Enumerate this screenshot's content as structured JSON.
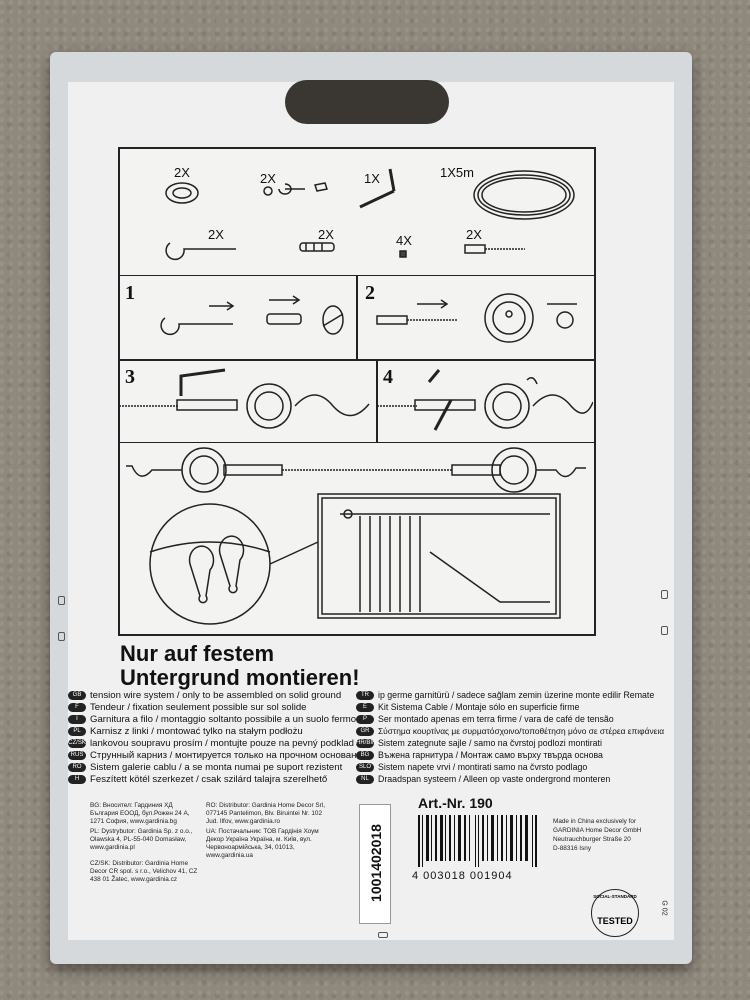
{
  "kit": {
    "items": [
      {
        "qty": "2X",
        "name": "ring"
      },
      {
        "qty": "2X",
        "name": "screw-eye"
      },
      {
        "qty": "1X",
        "name": "hex-key"
      },
      {
        "qty": "1X5m",
        "name": "wire-coil"
      },
      {
        "qty": "2X",
        "name": "hook"
      },
      {
        "qty": "2X",
        "name": "wall-plug"
      },
      {
        "qty": "4X",
        "name": "set-screw"
      },
      {
        "qty": "2X",
        "name": "tensioner"
      }
    ]
  },
  "steps": [
    "1",
    "2",
    "3",
    "4"
  ],
  "headline": {
    "line1": "Nur auf festem",
    "line2": "Untergrund montieren!"
  },
  "languages_left": [
    {
      "code": "GB",
      "text": "tension wire system / only to be assembled on solid ground"
    },
    {
      "code": "F",
      "text": "Tendeur / fixation seulement possible sur sol solide"
    },
    {
      "code": "I",
      "text": "Garnitura a filo / montaggio soltanto possibile a un suolo fermo"
    },
    {
      "code": "PL",
      "text": "Karnisz z linki / montować tylko na stałym podłożu"
    },
    {
      "code": "CZ/SK",
      "text": "lankovou soupravu prosím / montujte pouze na pevný podklad"
    },
    {
      "code": "RUS",
      "text": "Струнный карниз / монтируется только на прочном основании"
    },
    {
      "code": "RO",
      "text": "Sistem galerie cablu / a se monta numai pe suport rezistent"
    },
    {
      "code": "H",
      "text": "Feszített kötél szerkezet / csak szilárd talajra szerelhető"
    }
  ],
  "languages_right": [
    {
      "code": "TR",
      "text": "ip germe garnitürü / sadece sağlam zemin üzerine monte edilir Remate"
    },
    {
      "code": "E",
      "text": "Kit Sistema Cable / Montaje sólo en superficie firme"
    },
    {
      "code": "P",
      "text": "Ser montado apenas em terra firme / vara de café de tensão"
    },
    {
      "code": "GR",
      "text": "Σύστημα κουρτίνας με συρματόσχοινο/τοποθέτηση μόνο σε στέρεα επιφάνεια"
    },
    {
      "code": "HR/BIH",
      "text": "Sistem zategnute sajle / samo na čvrstoj podlozi montirati"
    },
    {
      "code": "BG",
      "text": "Въжена гарнитура / Монтаж само върху твърда основа"
    },
    {
      "code": "SLO",
      "text": "Sistem napete vrvi / montirati samo na čvrsto podlago"
    },
    {
      "code": "NL",
      "text": "Draadspan systeem / Alleen op vaste ondergrond monteren"
    }
  ],
  "distributors": {
    "bg": "BG: Вносител: Гардиния ХД България ЕООД, бул.Рожен 24 А, 1271 София, www.gardinia.bg",
    "pl": "PL: Dystrybutor: Gardinia Sp. z o.o., Olawska 4, PL-55-040 Domasław, www.gardinia.pl",
    "cz": "CZ/SK: Distributor: Gardinia Home Decor CR spol. s r.o., Velichov 41, CZ 438 01 Žatec, www.gardinia.cz",
    "ro": "RO: Distributor: Gardinia Home Decor Srl, 077145 Pantelimon, Blv. Biruintei Nr. 102 Jud. Ilfov, www.gardinia.ro",
    "ua": "UA: Постачальник: ТОВ Гардінія Хоум Декор Україна Україна, м. Київ, вул. Червоноармійська, 34, 01013, www.gardinia.ua"
  },
  "article": "Art.-Nr. 190",
  "barcode_number": "4 003018 001904",
  "sticker_code": "1001402018",
  "manufacturer": {
    "line1": "Made in China exclusively for",
    "line2": "GARDINIA Home Decor GmbH",
    "line3": "Neutrauchburger Straße 20",
    "line4": "D-88316 Isny"
  },
  "badge": {
    "top": "SOCIAL-STANDARD",
    "bottom": "TESTED"
  },
  "side_code": "G 02"
}
